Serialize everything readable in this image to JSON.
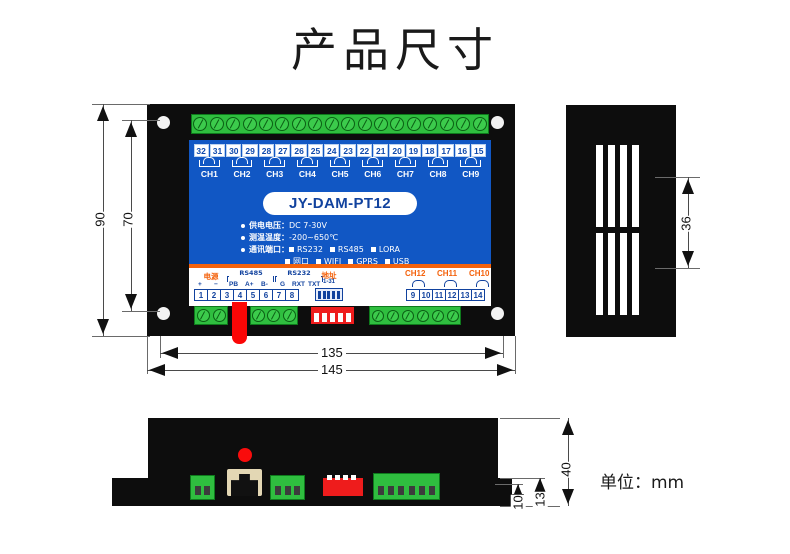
{
  "page": {
    "title": "产品尺寸",
    "unit_note": "单位：mm"
  },
  "front_view": {
    "product_name": "JY-DAM-PT12",
    "top_terminal_screw_count": 18,
    "top_channel_numbers": [
      "32",
      "31",
      "30",
      "29",
      "28",
      "27",
      "26",
      "25",
      "24",
      "23",
      "22",
      "21",
      "20",
      "19",
      "18",
      "17",
      "16",
      "15"
    ],
    "top_channel_labels": [
      "CH1",
      "CH2",
      "CH3",
      "CH4",
      "CH5",
      "CH6",
      "CH7",
      "CH8",
      "CH9"
    ],
    "specs": [
      {
        "key": "供电电压：",
        "value": "DC 7-30V"
      },
      {
        "key": "测温温度：",
        "value": "-200~650℃"
      },
      {
        "key": "通讯端口：",
        "value": ""
      }
    ],
    "comm_options_row1": [
      "RS232",
      "RS485",
      "LORA"
    ],
    "comm_options_row2": [
      "网口",
      "WIFI",
      "GPRS",
      "USB"
    ],
    "bottom_groups": [
      {
        "label": "电源",
        "subs": [
          "+",
          "−"
        ]
      },
      {
        "label": "RS485",
        "subs": [
          "PB",
          "A+",
          "B-"
        ]
      },
      {
        "label": "RS232",
        "subs": [
          "G",
          "RXT",
          "TXT"
        ]
      }
    ],
    "bottom_numbers": [
      "1",
      "2",
      "3",
      "4",
      "5",
      "6",
      "7",
      "8"
    ],
    "address_label": "地址",
    "address_range": "1-31",
    "bottom_channel_labels": [
      "CH12",
      "CH11",
      "CH10"
    ],
    "bottom_channel_numbers": [
      "9",
      "10",
      "11",
      "12",
      "13",
      "14"
    ]
  },
  "dimensions": {
    "height_outer": "90",
    "height_inner": "70",
    "width_inner": "135",
    "width_outer": "145",
    "side_vent": "36",
    "depth_total": "40",
    "depth_body": "13",
    "depth_base": "10"
  }
}
